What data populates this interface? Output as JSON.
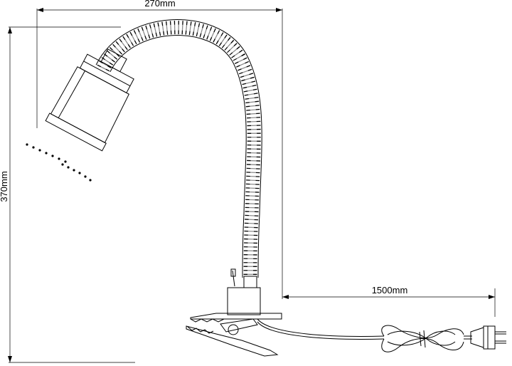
{
  "dimensions": {
    "width_label": "270mm",
    "height_label": "370mm",
    "cable_label": "1500mm"
  },
  "colors": {
    "line": "#000000",
    "background": "#ffffff"
  }
}
